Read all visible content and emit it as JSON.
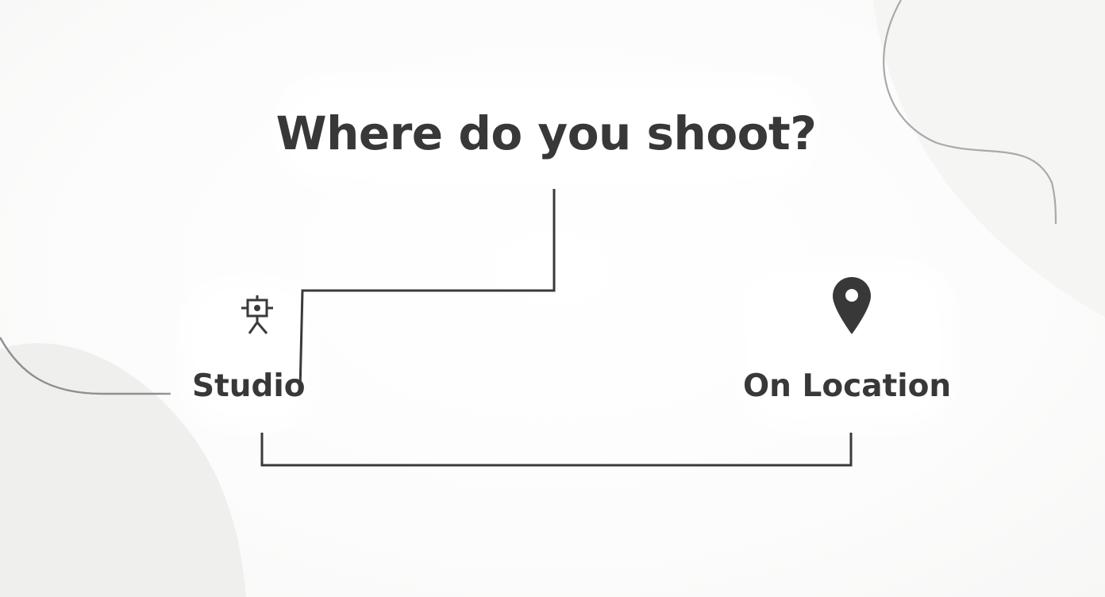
{
  "title": "Where do you shoot?",
  "options": [
    {
      "label": "Studio",
      "icon": "studio-camera-icon"
    },
    {
      "label": "On Location",
      "icon": "location-pin-icon"
    }
  ],
  "colors": {
    "text": "#383838",
    "connector": "#3a3a3a",
    "background": "#ffffff",
    "decor_blob": "#efefed",
    "decor_curve": "#a9a9a9"
  }
}
